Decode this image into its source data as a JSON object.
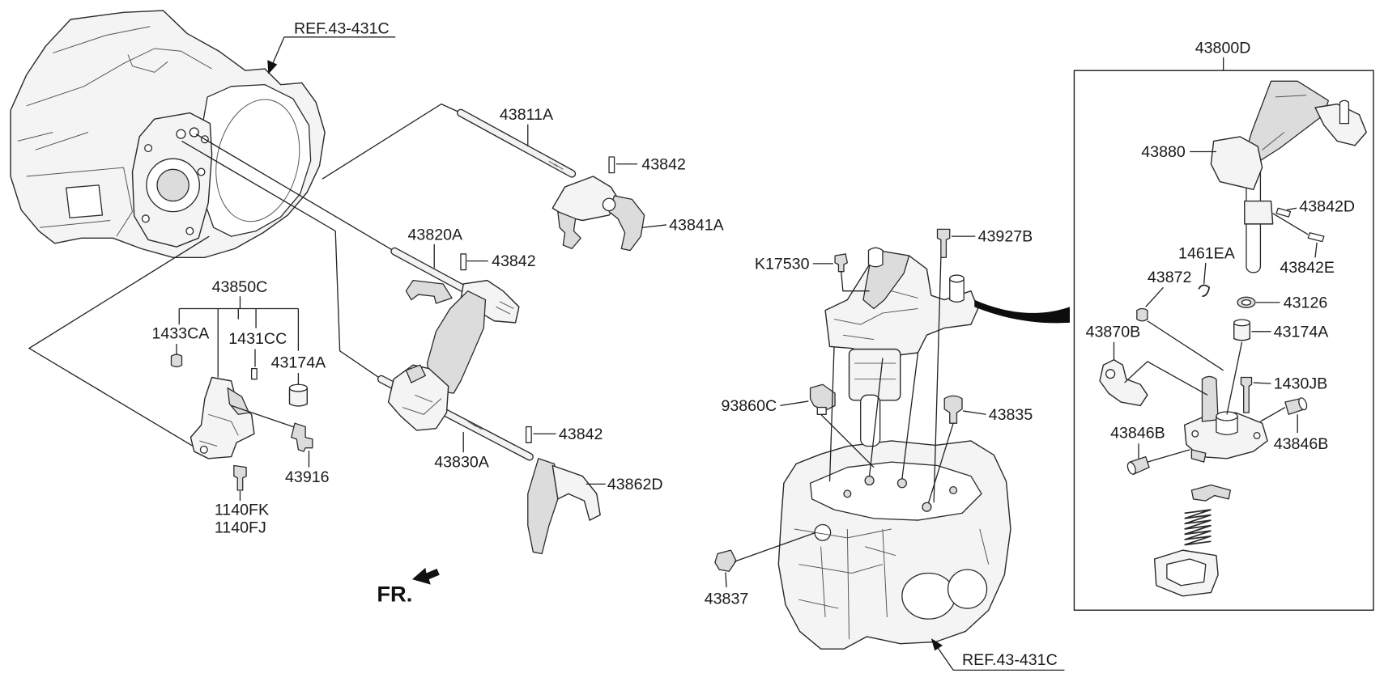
{
  "left_assembly": {
    "ref": "REF.43-431C",
    "labels": [
      "43811A",
      "43842",
      "43841A",
      "43820A",
      "43842",
      "43850C",
      "1433CA",
      "1431CC",
      "43174A",
      "43916",
      "1140FK",
      "1140FJ",
      "43830A",
      "43842",
      "43862D"
    ],
    "front_marker": "FR."
  },
  "center_assembly": {
    "labels": [
      "K17530",
      "43927B",
      "93860C",
      "43835",
      "43837"
    ],
    "ref": "REF.43-431C"
  },
  "detail_box": {
    "title": "43800D",
    "labels": [
      "43880",
      "43842D",
      "1461EA",
      "43842E",
      "43872",
      "43126",
      "43870B",
      "43174A",
      "1430JB",
      "43846B",
      "43846B"
    ]
  }
}
